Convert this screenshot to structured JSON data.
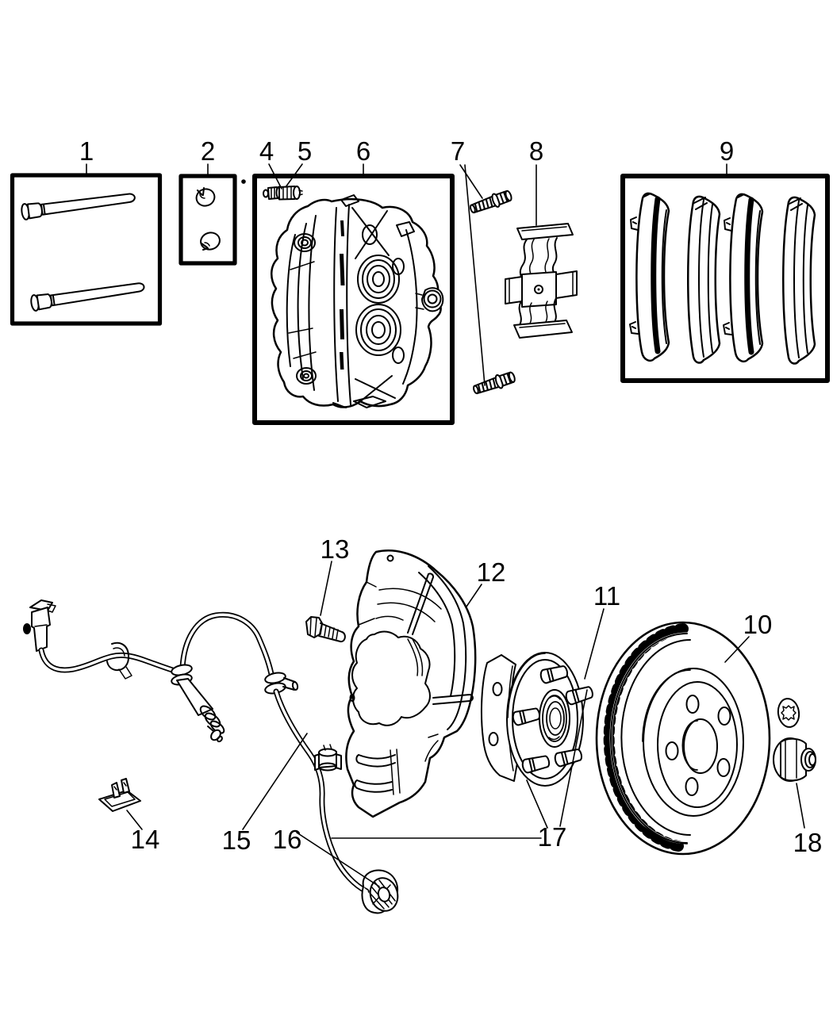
{
  "figure": {
    "background_color": "#ffffff",
    "line_color": "#000000"
  },
  "callouts": {
    "c1": "1",
    "c2": "2",
    "c4": "4",
    "c5": "5",
    "c6": "6",
    "c7": "7",
    "c8": "8",
    "c9": "9",
    "c10": "10",
    "c11": "11",
    "c12": "12",
    "c13": "13",
    "c14": "14",
    "c15": "15",
    "c16": "16",
    "c17": "17",
    "c18": "18"
  }
}
